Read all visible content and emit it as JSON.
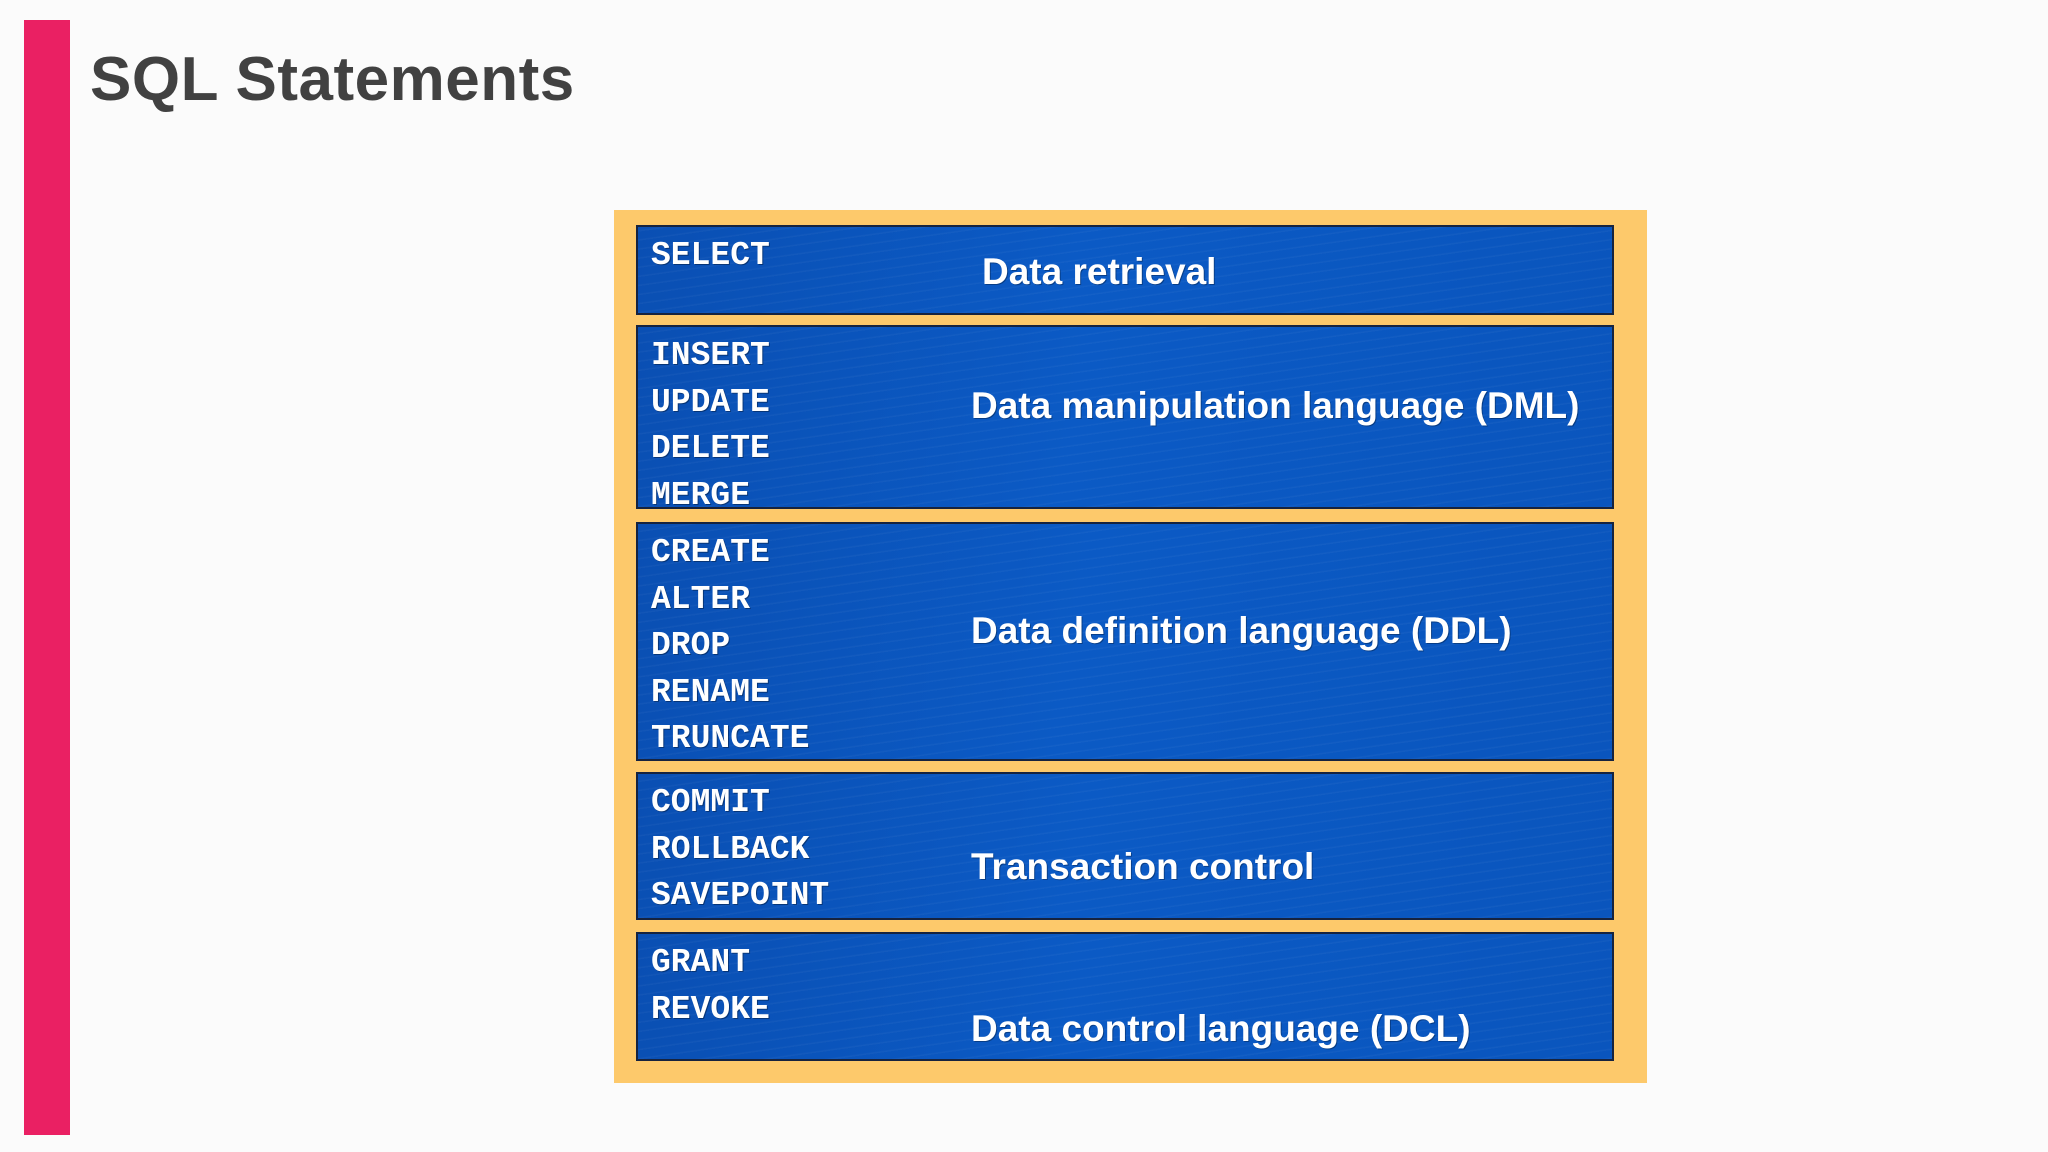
{
  "slide": {
    "title": "SQL Statements",
    "accent_color": "#ea2063",
    "frame_color": "#fdc96b",
    "panel_color": "#0b5ac5"
  },
  "groups": [
    {
      "commands": [
        "SELECT"
      ],
      "description": "Data retrieval"
    },
    {
      "commands": [
        "INSERT",
        "UPDATE",
        "DELETE",
        "MERGE"
      ],
      "description": "Data manipulation language (DML)"
    },
    {
      "commands": [
        "CREATE",
        "ALTER",
        "DROP",
        "RENAME",
        "TRUNCATE"
      ],
      "description": "Data definition language (DDL)"
    },
    {
      "commands": [
        "COMMIT",
        "ROLLBACK",
        "SAVEPOINT"
      ],
      "description": "Transaction control"
    },
    {
      "commands": [
        "GRANT",
        "REVOKE"
      ],
      "description": "Data control language (DCL)"
    }
  ]
}
